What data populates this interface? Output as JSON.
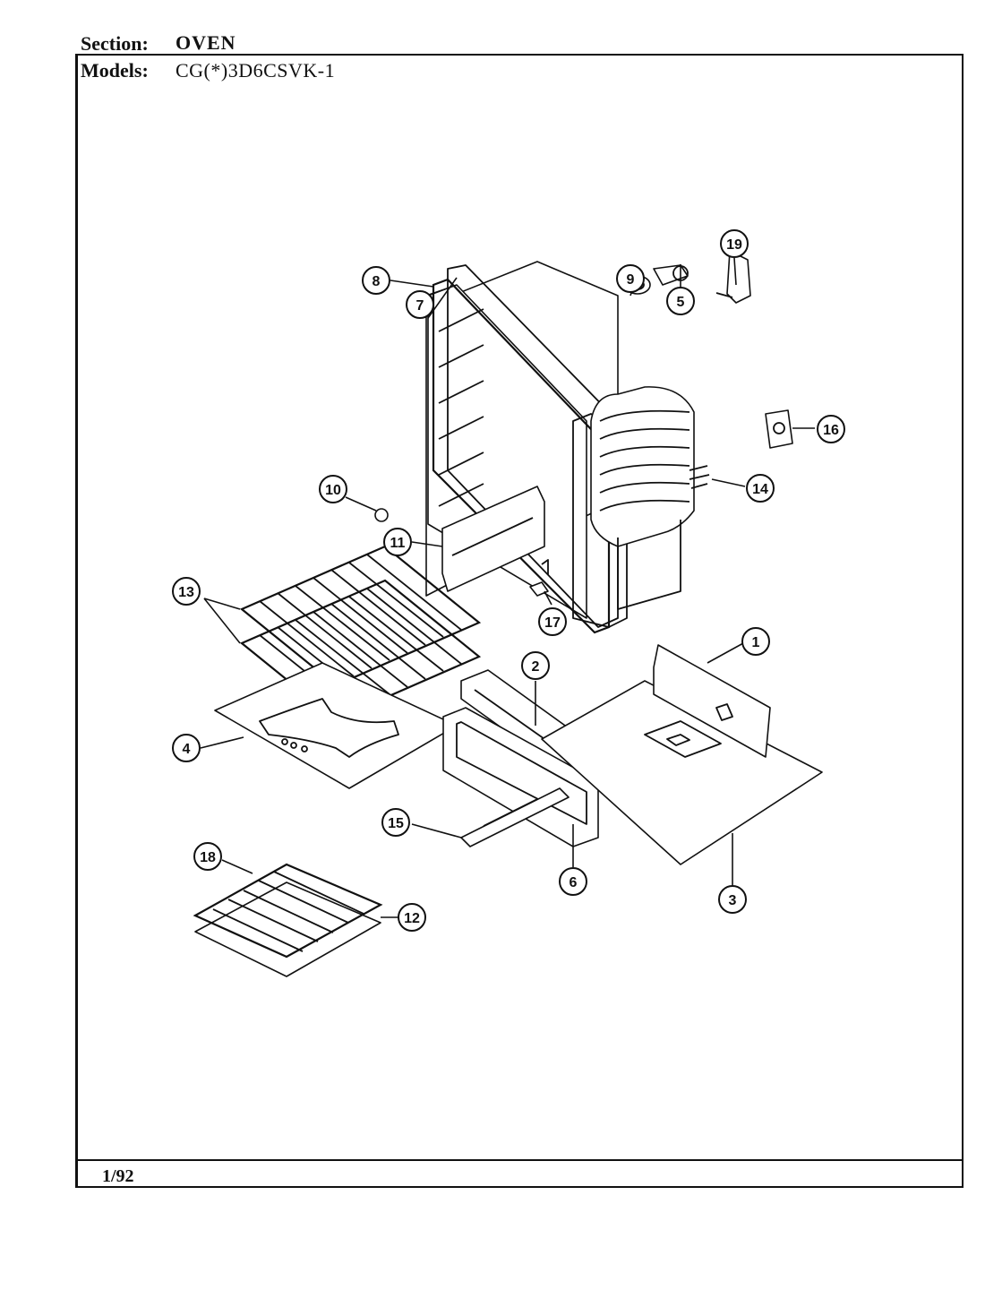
{
  "header": {
    "section_label": "Section:",
    "section_value": "OVEN",
    "models_label": "Models:",
    "models_value": "CG(*)3D6CSVK-1"
  },
  "footer": {
    "date": "1/92"
  },
  "callouts": [
    "1",
    "2",
    "3",
    "4",
    "5",
    "6",
    "7",
    "8",
    "9",
    "10",
    "11",
    "12",
    "13",
    "14",
    "15",
    "16",
    "17",
    "18",
    "19"
  ]
}
